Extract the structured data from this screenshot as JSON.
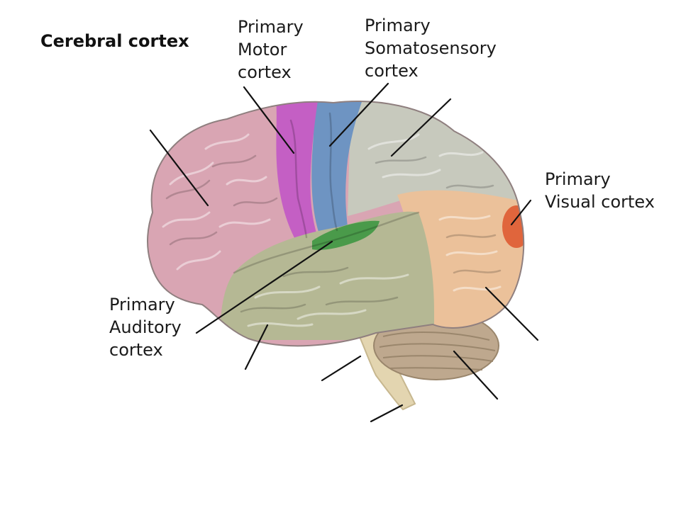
{
  "title": "Cerebral cortex",
  "labels": {
    "motor": [
      "Primary",
      "Motor",
      "cortex"
    ],
    "somatosensory": [
      "Primary",
      "Somatosensory",
      "cortex"
    ],
    "visual": [
      "Primary",
      "Visual cortex"
    ],
    "auditory": [
      "Primary",
      "Auditory",
      "cortex"
    ]
  },
  "colors": {
    "frontal": "#d9a5b3",
    "motor": "#c45fc4",
    "somatosensory": "#6e94c2",
    "parietal": "#c7c9bd",
    "occipital": "#ebc19a",
    "visual": "#e0653c",
    "temporal": "#b5b894",
    "auditory": "#4a9a4a",
    "cerebellum": "#bea88e",
    "brainstem": "#e3d5b0",
    "leader_line": "#111111"
  }
}
